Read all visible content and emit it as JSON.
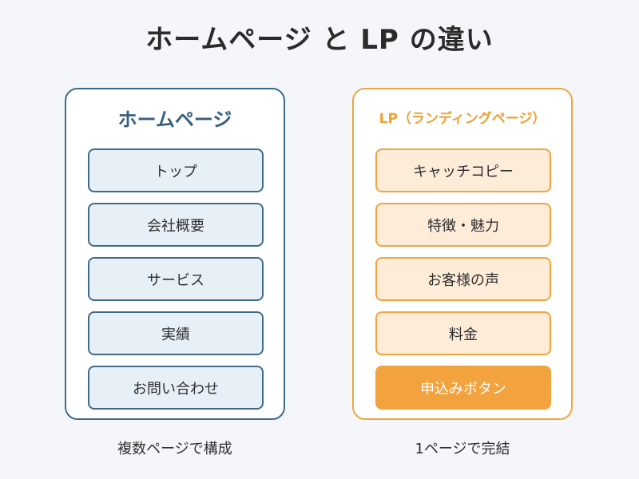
{
  "title": "ホームページ と LP の違い",
  "left": {
    "heading": "ホームページ",
    "items": [
      "トップ",
      "会社概要",
      "サービス",
      "実績",
      "お問い合わせ"
    ],
    "caption": "複数ページで構成"
  },
  "right": {
    "heading": "LP（ランディングページ）",
    "items": [
      "キャッチコピー",
      "特徴・魅力",
      "お客様の声",
      "料金",
      "申込みボタン"
    ],
    "caption": "1ページで完結"
  },
  "colors": {
    "homepage_accent": "#3e6b8a",
    "homepage_fill": "#e8f0f7",
    "lp_accent": "#f0a542",
    "lp_fill": "#fdecd8",
    "cta_fill": "#f2a33d"
  }
}
